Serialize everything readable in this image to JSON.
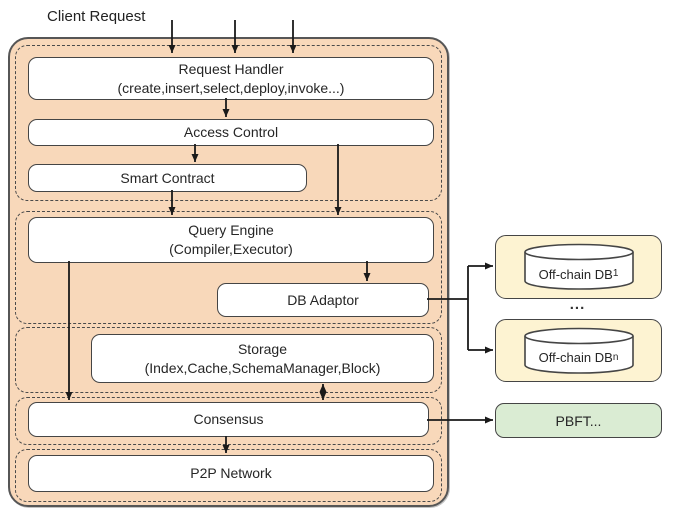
{
  "colors": {
    "container_fill": "#f8d8ba",
    "offchain_db_fill": "#fdf3d2",
    "pbft_fill": "#daecd3",
    "node_fill": "#ffffff",
    "border": "#4a4a4a",
    "arrow": "#1a1a1a"
  },
  "header": {
    "client_request_label": "Client Request"
  },
  "stack": {
    "request_handler": {
      "title": "Request Handler",
      "detail": "(create,insert,select,deploy,invoke...)"
    },
    "access_control": {
      "title": "Access Control"
    },
    "smart_contract": {
      "title": "Smart Contract"
    },
    "query_engine": {
      "title": "Query Engine",
      "detail": "(Compiler,Executor)"
    },
    "db_adaptor": {
      "title": "DB Adaptor"
    },
    "storage": {
      "title": "Storage",
      "detail": "(Index,Cache,SchemaManager,Block)"
    },
    "consensus": {
      "title": "Consensus"
    },
    "p2p_network": {
      "title": "P2P Network"
    }
  },
  "external": {
    "offchain_db_1": {
      "label": "Off-chain DB",
      "subscript": "1"
    },
    "ellipsis": "...",
    "offchain_db_n": {
      "label": "Off-chain DB",
      "subscript": "n"
    },
    "pbft": {
      "label": "PBFT..."
    }
  }
}
